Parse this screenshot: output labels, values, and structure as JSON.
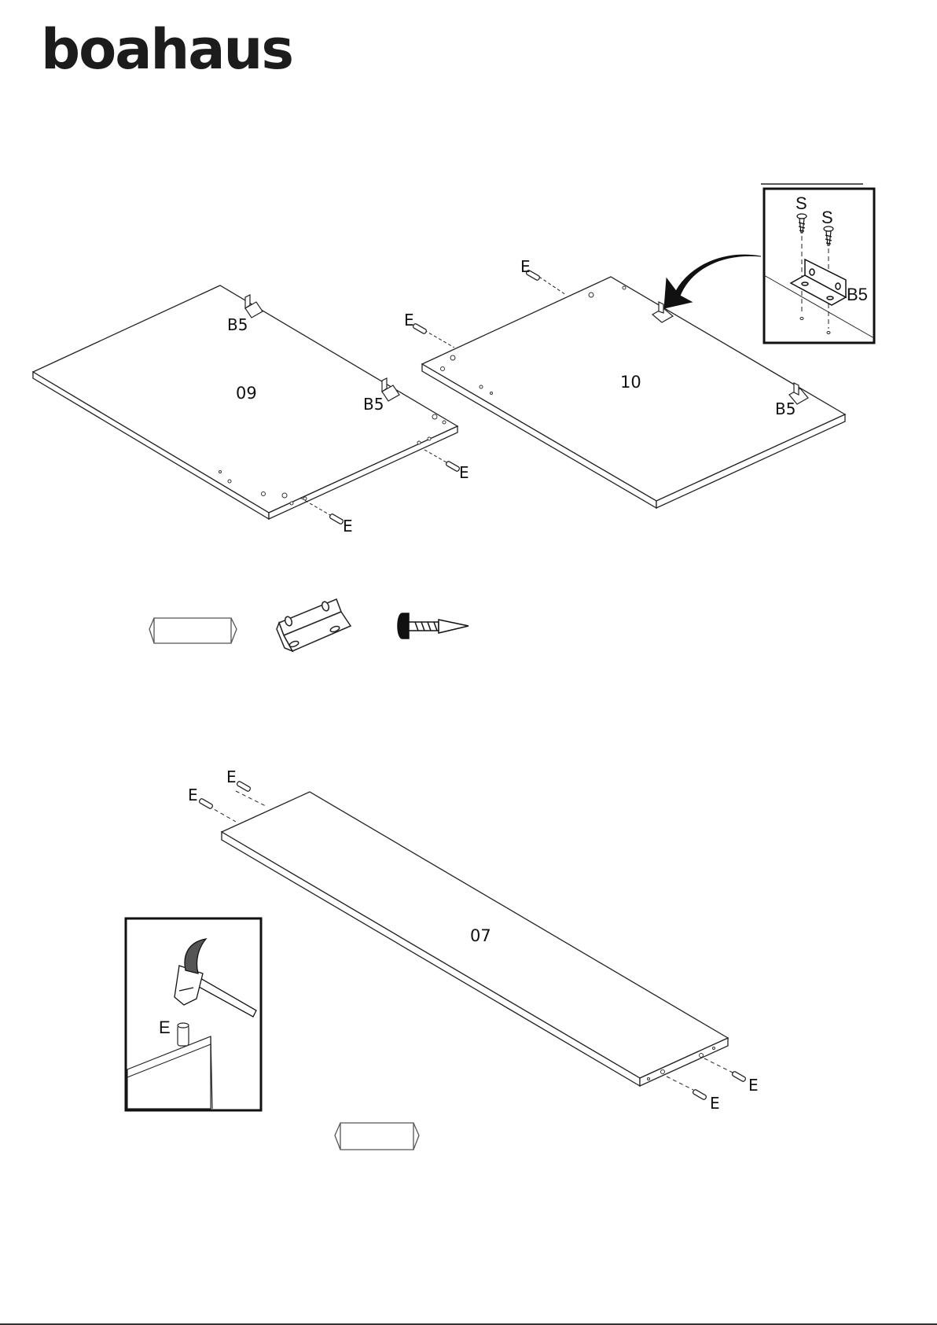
{
  "brand": {
    "logo_text": "boahaus"
  },
  "panels": {
    "panel_09": {
      "number": "09"
    },
    "panel_10": {
      "number": "10"
    },
    "panel_07": {
      "number": "07"
    }
  },
  "parts": {
    "dowel": "E",
    "bracket": "B5",
    "screw": "S"
  },
  "insets": {
    "bracket_detail": {
      "screw_label_1": "S",
      "screw_label_2": "S",
      "bracket_label": "B5"
    },
    "hammer_detail": {
      "dowel_label": "E"
    }
  },
  "legend_icons": [
    "dowel-icon",
    "bracket-icon",
    "screw-icon"
  ]
}
